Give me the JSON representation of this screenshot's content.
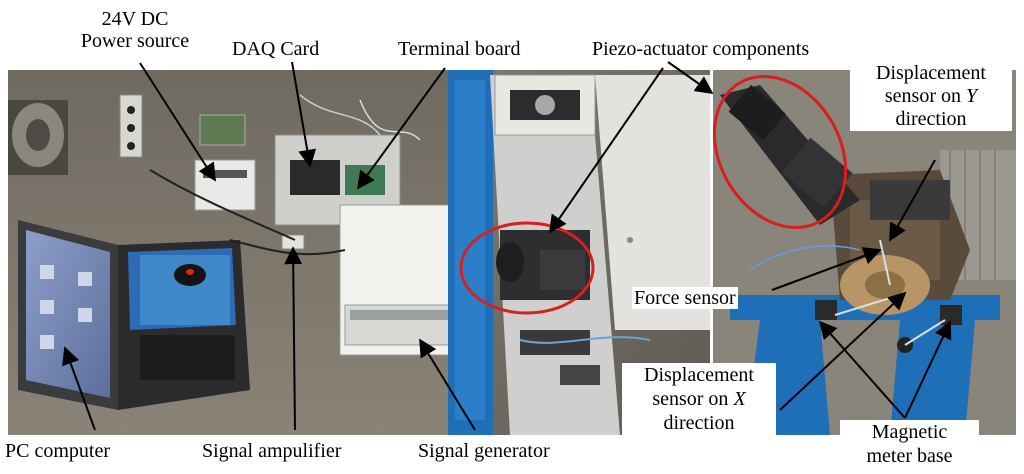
{
  "labels": {
    "power_source_line1": "24V DC",
    "power_source_line2": "Power source",
    "daq_card": "DAQ Card",
    "terminal_board": "Terminal board",
    "piezo_actuator": "Piezo-actuator components",
    "disp_y_line1": "Displacement",
    "disp_y_line2_a": "sensor on ",
    "disp_y_line2_var": "Y",
    "disp_y_line3": "direction",
    "force_sensor": "Force sensor",
    "disp_x_line1": "Displacement",
    "disp_x_line2_a": "sensor on ",
    "disp_x_line2_var": "X",
    "disp_x_line3": "direction",
    "magnetic_line1": "Magnetic",
    "magnetic_line2": "meter base",
    "pc_computer": "PC computer",
    "signal_amplifier": "Signal ampulifier",
    "signal_generator": "Signal generator"
  },
  "colors": {
    "highlight_ellipse": "#d81e1e",
    "arrow": "#000000",
    "blue_frame": "#1f6fb8"
  }
}
